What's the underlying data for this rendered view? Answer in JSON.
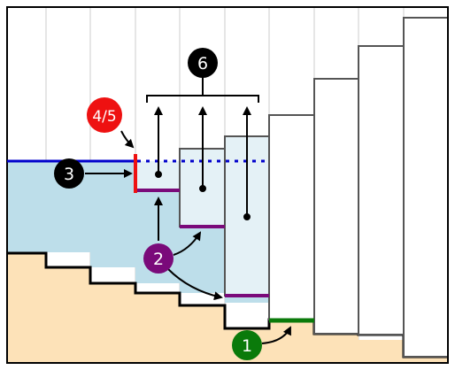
{
  "callouts": {
    "c1": {
      "label": "1",
      "color": "#0a7a0a"
    },
    "c2": {
      "label": "2",
      "color": "#7a0a7a"
    },
    "c3": {
      "label": "3",
      "color": "#000000"
    },
    "c45": {
      "label": "4/5",
      "color": "#ee1111"
    },
    "c6": {
      "label": "6",
      "color": "#000000"
    }
  },
  "colors": {
    "terrain": "#fde2b8",
    "water": "#bddeea",
    "bin_fill": "#e4f1f6",
    "water_level_line": "#0000cc",
    "threshold_line": "#7a0a7a",
    "marker_red": "#ee1111",
    "marker_green": "#0a7a0a",
    "outline": "#000000",
    "gray_outline": "#555555",
    "grid": "#cccccc"
  },
  "icons": [
    "up-arrow-icon",
    "curved-arrow-icon",
    "bracket-icon"
  ]
}
